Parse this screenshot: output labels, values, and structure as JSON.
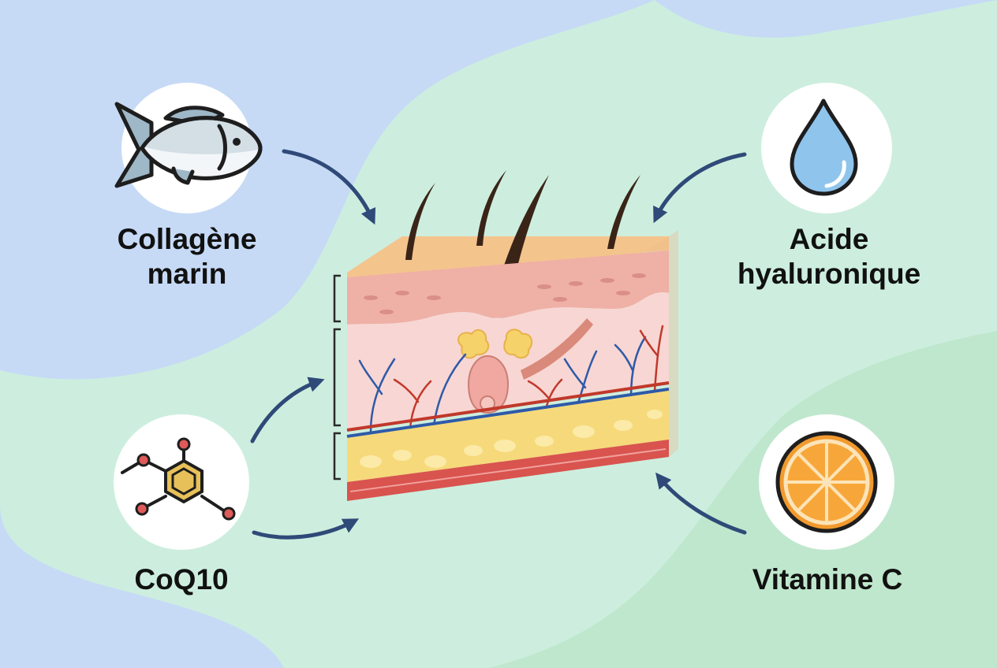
{
  "colors": {
    "background_blue": "#c6daf6",
    "background_mint": "#cdeede",
    "background_green": "#bfe8cf",
    "arrow": "#2f4a78",
    "epidermis": "#f4c48d",
    "dermis": "#f7d3d3",
    "fat": "#f6d97a",
    "muscle": "#d9534f",
    "vein": "#2e5aa8",
    "artery": "#c0392b",
    "hair": "#3a2418"
  },
  "nutrients": [
    {
      "id": "marine-collagen",
      "icon": "fish-icon",
      "lines": [
        "Collagène",
        "marin"
      ]
    },
    {
      "id": "hyaluronic-acid",
      "icon": "water-drop-icon",
      "lines": [
        "Acide",
        "hyaluronique"
      ]
    },
    {
      "id": "coq10",
      "icon": "molecule-icon",
      "lines": [
        "CoQ10"
      ]
    },
    {
      "id": "vitamin-c",
      "icon": "orange-slice-icon",
      "lines": [
        "Vitamine C"
      ]
    }
  ]
}
